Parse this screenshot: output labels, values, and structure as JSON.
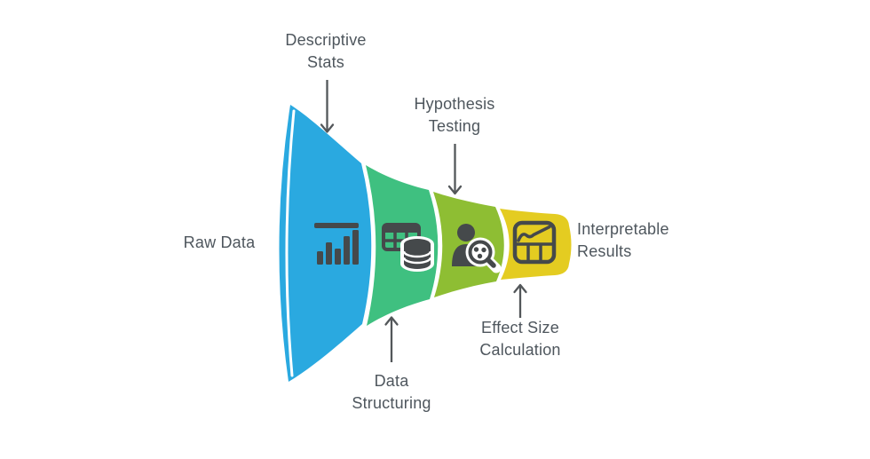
{
  "diagram": {
    "type": "horizontal-funnel",
    "input_label": "Raw Data",
    "output_label": "Interpretable\nResults",
    "stages": [
      {
        "name": "Descriptive Stats",
        "label": "Descriptive\nStats",
        "label_position": "top",
        "color": "#2aa9e0",
        "icon": "bar-chart-icon"
      },
      {
        "name": "Data Structuring",
        "label": "Data\nStructuring",
        "label_position": "bottom",
        "color": "#3fc080",
        "icon": "table-database-icon"
      },
      {
        "name": "Hypothesis Testing",
        "label": "Hypothesis\nTesting",
        "label_position": "top",
        "color": "#8ebe33",
        "icon": "analyst-magnifier-icon"
      },
      {
        "name": "Effect Size Calculation",
        "label": "Effect Size\nCalculation",
        "label_position": "bottom",
        "color": "#e4cc21",
        "icon": "results-chart-icon"
      }
    ],
    "colors": {
      "icon": "#45494b",
      "text": "#4e565d",
      "arrow": "#53575a",
      "highlight": "#ffffff",
      "background": "#ffffff"
    }
  }
}
